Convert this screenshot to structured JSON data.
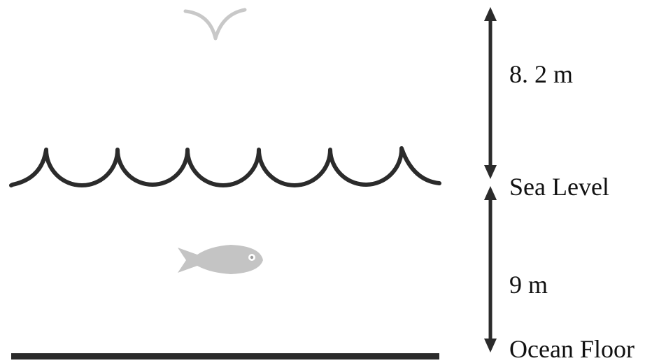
{
  "labels": {
    "height_above": "8. 2 m",
    "sea_level": "Sea Level",
    "depth_below": "9 m",
    "ocean_floor": "Ocean Floor"
  },
  "icons": {
    "bird": "bird-icon",
    "fish": "fish-icon"
  },
  "colors": {
    "line": "#2b2b2b",
    "bird": "#c8c8c8",
    "fish": "#c4c4c4"
  }
}
